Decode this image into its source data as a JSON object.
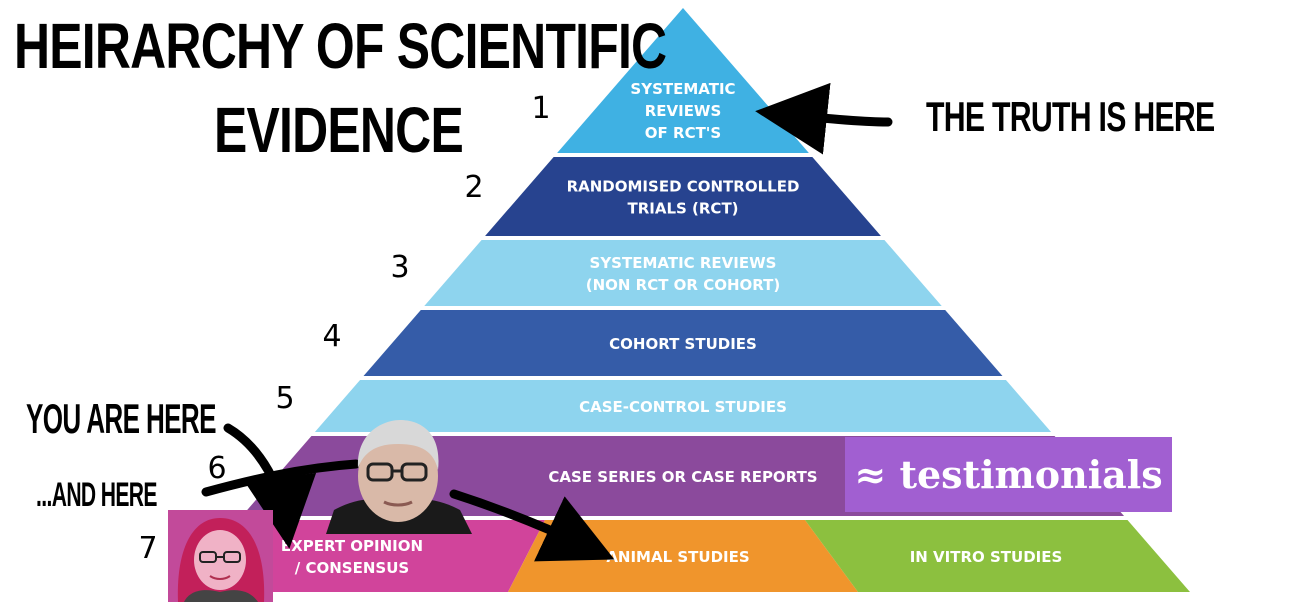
{
  "title_line1": "HEIRARCHY OF SCIENTIFIC",
  "title_line2": "EVIDENCE",
  "annotations": {
    "truth": "THE TRUTH IS HERE",
    "you_are_here": "YOU ARE HERE",
    "and_here": "...AND HERE",
    "testimonials": "≈ testimonials"
  },
  "levels": [
    {
      "number": "1",
      "lines": [
        "SYSTEMATIC",
        "REVIEWS",
        "OF RCT'S"
      ],
      "color": "#3fb1e3"
    },
    {
      "number": "2",
      "lines": [
        "RANDOMISED CONTROLLED",
        "TRIALS (RCT)"
      ],
      "color": "#27438f"
    },
    {
      "number": "3",
      "lines": [
        "SYSTEMATIC REVIEWS",
        "(NON RCT OR COHORT)"
      ],
      "color": "#8ed4ee"
    },
    {
      "number": "4",
      "lines": [
        "COHORT STUDIES"
      ],
      "color": "#355ca8"
    },
    {
      "number": "5",
      "lines": [
        "CASE-CONTROL STUDIES"
      ],
      "color": "#8ed4ee"
    },
    {
      "number": "6",
      "lines": [
        "CASE SERIES OR CASE REPORTS"
      ],
      "color": "#8b4a9c"
    },
    {
      "number": "7",
      "sections": [
        {
          "lines": [
            "EXPERT OPINION",
            "/ CONSENSUS"
          ],
          "color": "#d1449b"
        },
        {
          "lines": [
            "ANIMAL STUDIES"
          ],
          "color": "#f0952c"
        },
        {
          "lines": [
            "IN VITRO STUDIES"
          ],
          "color": "#8cc03f"
        }
      ]
    }
  ]
}
